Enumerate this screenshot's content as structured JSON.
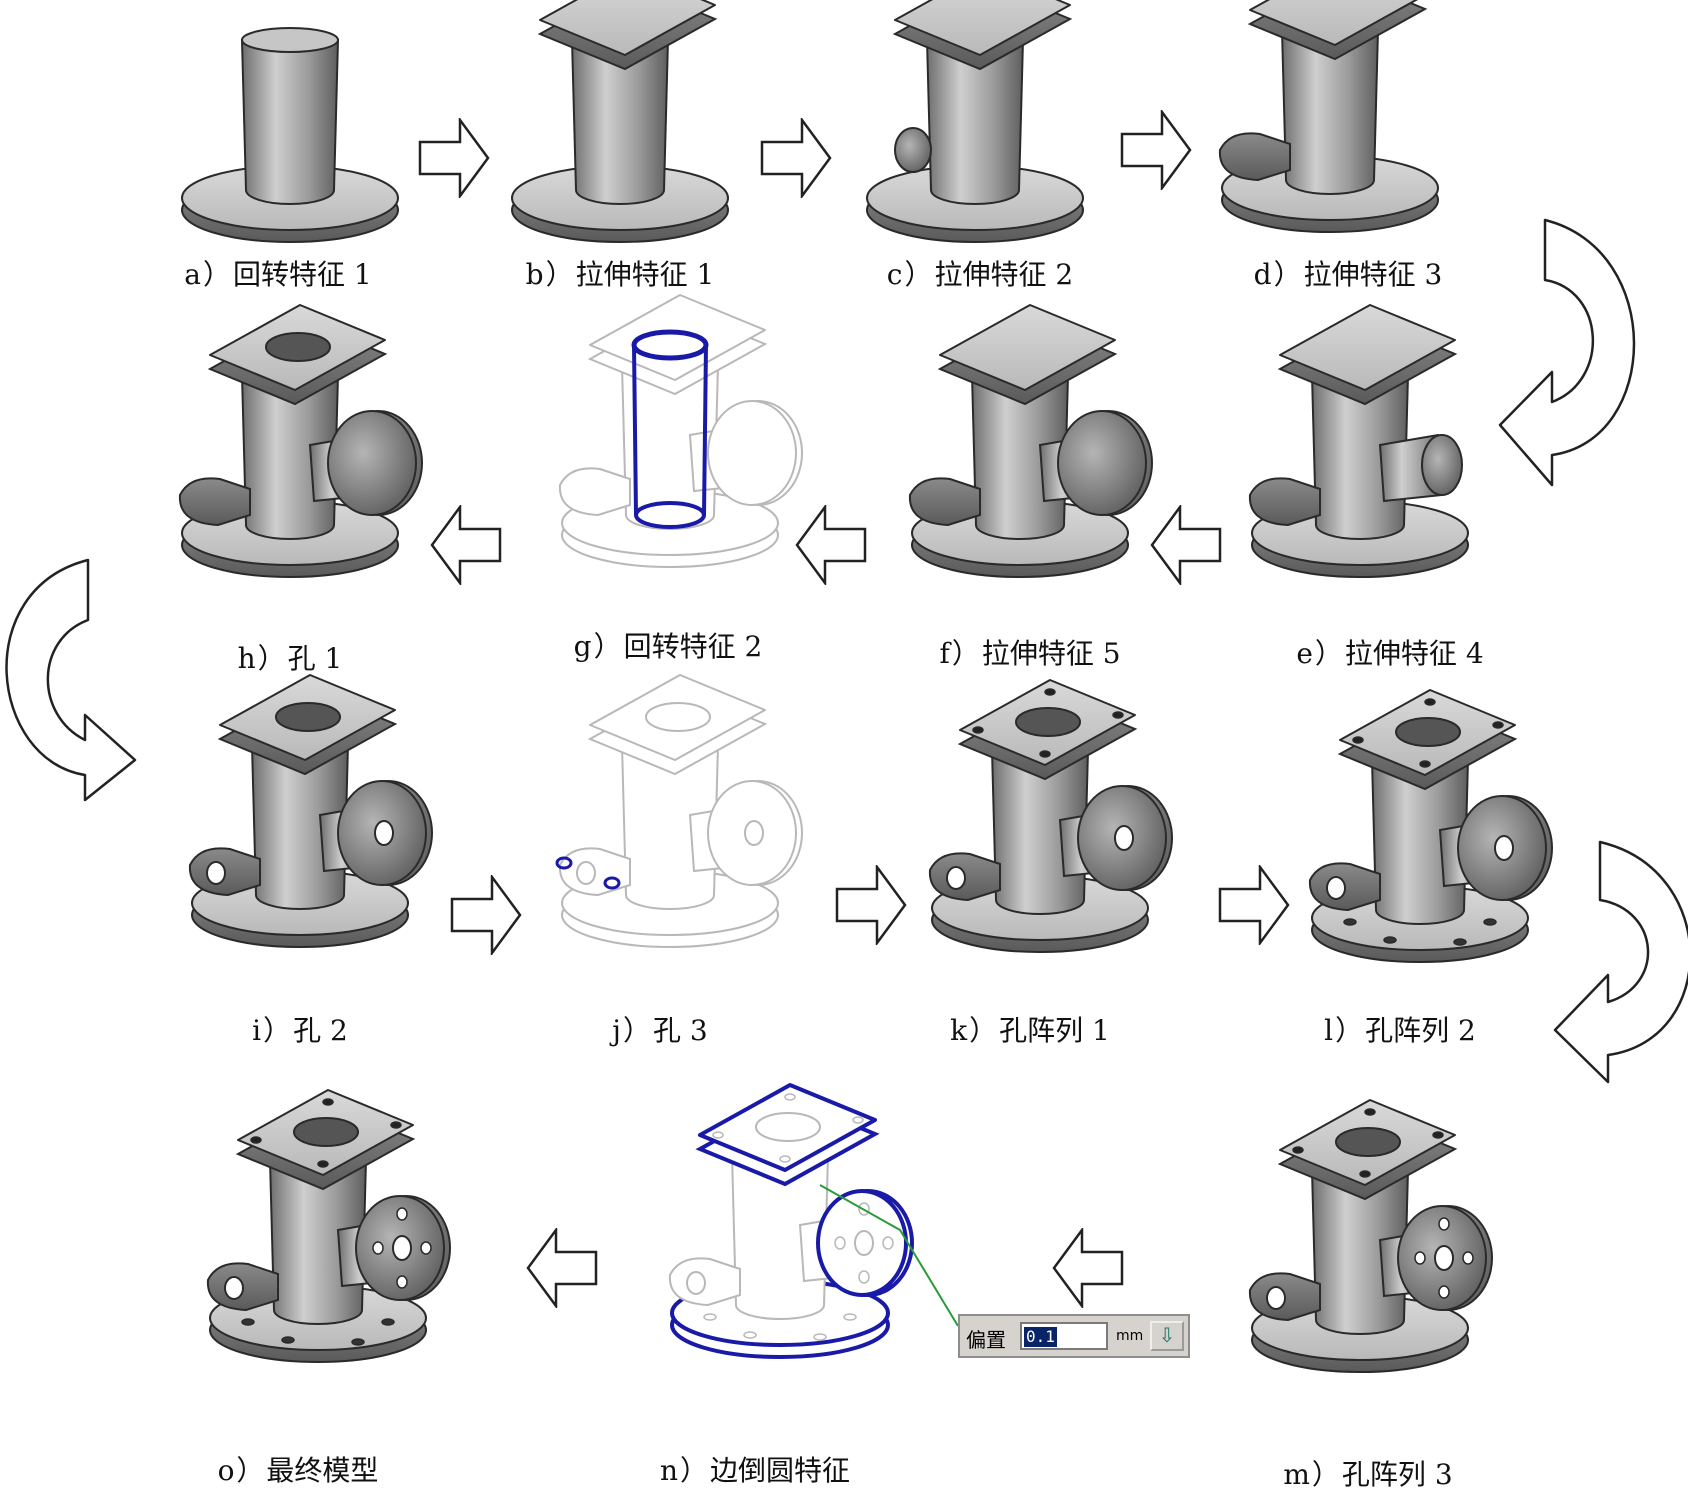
{
  "steps": [
    {
      "id": "a",
      "prefix": "a）",
      "name": "回转特征 1"
    },
    {
      "id": "b",
      "prefix": "b）",
      "name": "拉伸特征 1"
    },
    {
      "id": "c",
      "prefix": "c）",
      "name": "拉伸特征 2"
    },
    {
      "id": "d",
      "prefix": "d）",
      "name": "拉伸特征 3"
    },
    {
      "id": "e",
      "prefix": "e）",
      "name": "拉伸特征 4"
    },
    {
      "id": "f",
      "prefix": "f）",
      "name": "拉伸特征 5"
    },
    {
      "id": "g",
      "prefix": "g）",
      "name": "回转特征 2"
    },
    {
      "id": "h",
      "prefix": "h）",
      "name": "孔 1"
    },
    {
      "id": "i",
      "prefix": "i）",
      "name": "孔 2"
    },
    {
      "id": "j",
      "prefix": "j）",
      "name": "孔 3"
    },
    {
      "id": "k",
      "prefix": "k）",
      "name": "孔阵列 1"
    },
    {
      "id": "l",
      "prefix": "l）",
      "name": "孔阵列 2"
    },
    {
      "id": "m",
      "prefix": "m）",
      "name": "孔阵列 3"
    },
    {
      "id": "n",
      "prefix": "n）",
      "name": "边倒圆特征"
    },
    {
      "id": "o",
      "prefix": "o）",
      "name": "最终模型"
    }
  ],
  "offset_widget": {
    "label": "偏置",
    "value": "0.1",
    "unit": "mm",
    "button_icon": "down-arrow-icon"
  },
  "colors": {
    "shaded": "#8f8f8f",
    "highlight": "#1a1aa8",
    "wireframe": "#b8b8b8",
    "arrow": "#222222"
  }
}
